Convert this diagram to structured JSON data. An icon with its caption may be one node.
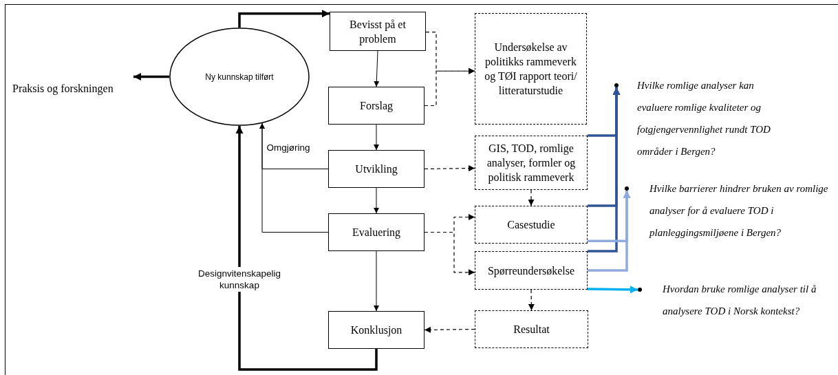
{
  "diagram": {
    "nodes": [
      {
        "text": [
          "Ny kunnskap tilført"
        ]
      },
      {
        "text": [
          "Praksis og forskningen"
        ]
      },
      {
        "text": [
          "Bevisst på et problem"
        ]
      },
      {
        "text": [
          "Forslag"
        ]
      },
      {
        "text": [
          "Utvikling"
        ]
      },
      {
        "text": [
          "Evaluering"
        ]
      },
      {
        "text": [
          "Konklusjon"
        ]
      },
      {
        "text": [
          "Undersøkelse av politikks rammeverk og TØI rapport teori/ litteraturstudie"
        ]
      },
      {
        "text": [
          "GIS, TOD, romlige analyser, formler og politisk rammeverk"
        ]
      },
      {
        "text": [
          "Casestudie"
        ]
      },
      {
        "text": [
          "Spørreundersøkelse"
        ]
      },
      {
        "text": [
          "Resultat"
        ]
      },
      {
        "text": [],
        "shape": "circle",
        "beside": [
          "Hvilke romlige analyser kan evaluere romlige kvaliteter og fotgjengervennlighet rundt TOD områder i Bergen?"
        ]
      },
      {
        "text": [],
        "shape": "circle",
        "beside": [
          "Hvilke barrierer hindrer bruken av romlige analyser for å evaluere TOD i planleggingsmiljøene i Bergen?"
        ]
      },
      {
        "text": [],
        "shape": "circle",
        "beside": [
          "Hvordan bruke romlige analyser til å analysere TOD i Norsk kontekst?"
        ]
      }
    ],
    "edges": [
      {
        "from": 0,
        "to": 2,
        "arrow": "to",
        "style": "thick"
      },
      {
        "from": 0,
        "to": 1,
        "arrow": "to",
        "style": "thick"
      },
      {
        "from": 2,
        "to": 3,
        "arrow": "to"
      },
      {
        "from": 3,
        "to": 4,
        "arrow": "to"
      },
      {
        "from": 4,
        "to": 5,
        "arrow": "to"
      },
      {
        "from": 5,
        "to": 6,
        "arrow": "to"
      },
      {
        "from": 2,
        "to": 7,
        "arrow": "to",
        "style": "dashed"
      },
      {
        "from": 3,
        "to": 7,
        "arrow": "to",
        "style": "dashed"
      },
      {
        "from": 4,
        "to": 8,
        "arrow": "to",
        "style": "dashed"
      },
      {
        "from": 8,
        "to": 9,
        "arrow": "to",
        "style": "dashed"
      },
      {
        "from": 5,
        "to": 9,
        "arrow": "to",
        "style": "dashed"
      },
      {
        "from": 5,
        "to": 10,
        "arrow": "to",
        "style": "dashed"
      },
      {
        "from": 10,
        "to": 11,
        "arrow": "to",
        "style": "dashed"
      },
      {
        "from": 11,
        "to": 6,
        "arrow": "to",
        "style": "dashed"
      },
      {
        "from": 4,
        "to": 0,
        "arrow": "to",
        "label": "Omgjøring"
      },
      {
        "from": 5,
        "to": 0,
        "arrow": "to"
      },
      {
        "from": 6,
        "to": 0,
        "arrow": "to",
        "style": "thick",
        "label": "Designvitenskapelig kunnskap"
      },
      {
        "from": 8,
        "to": 12,
        "arrow": "to",
        "style": "thick",
        "color": "#2f5597"
      },
      {
        "from": 9,
        "to": 12,
        "arrow": "to",
        "style": "thick",
        "color": "#2f5597"
      },
      {
        "from": 10,
        "to": 12,
        "arrow": "to",
        "style": "thick",
        "color": "#2f5597"
      },
      {
        "from": 9,
        "to": 13,
        "arrow": "to",
        "style": "thick",
        "color": "#8faadc"
      },
      {
        "from": 10,
        "to": 13,
        "arrow": "to",
        "style": "thick",
        "color": "#8faadc"
      },
      {
        "from": 10,
        "to": 14,
        "arrow": "to",
        "style": "thick",
        "color": "#00b0f0"
      }
    ]
  }
}
